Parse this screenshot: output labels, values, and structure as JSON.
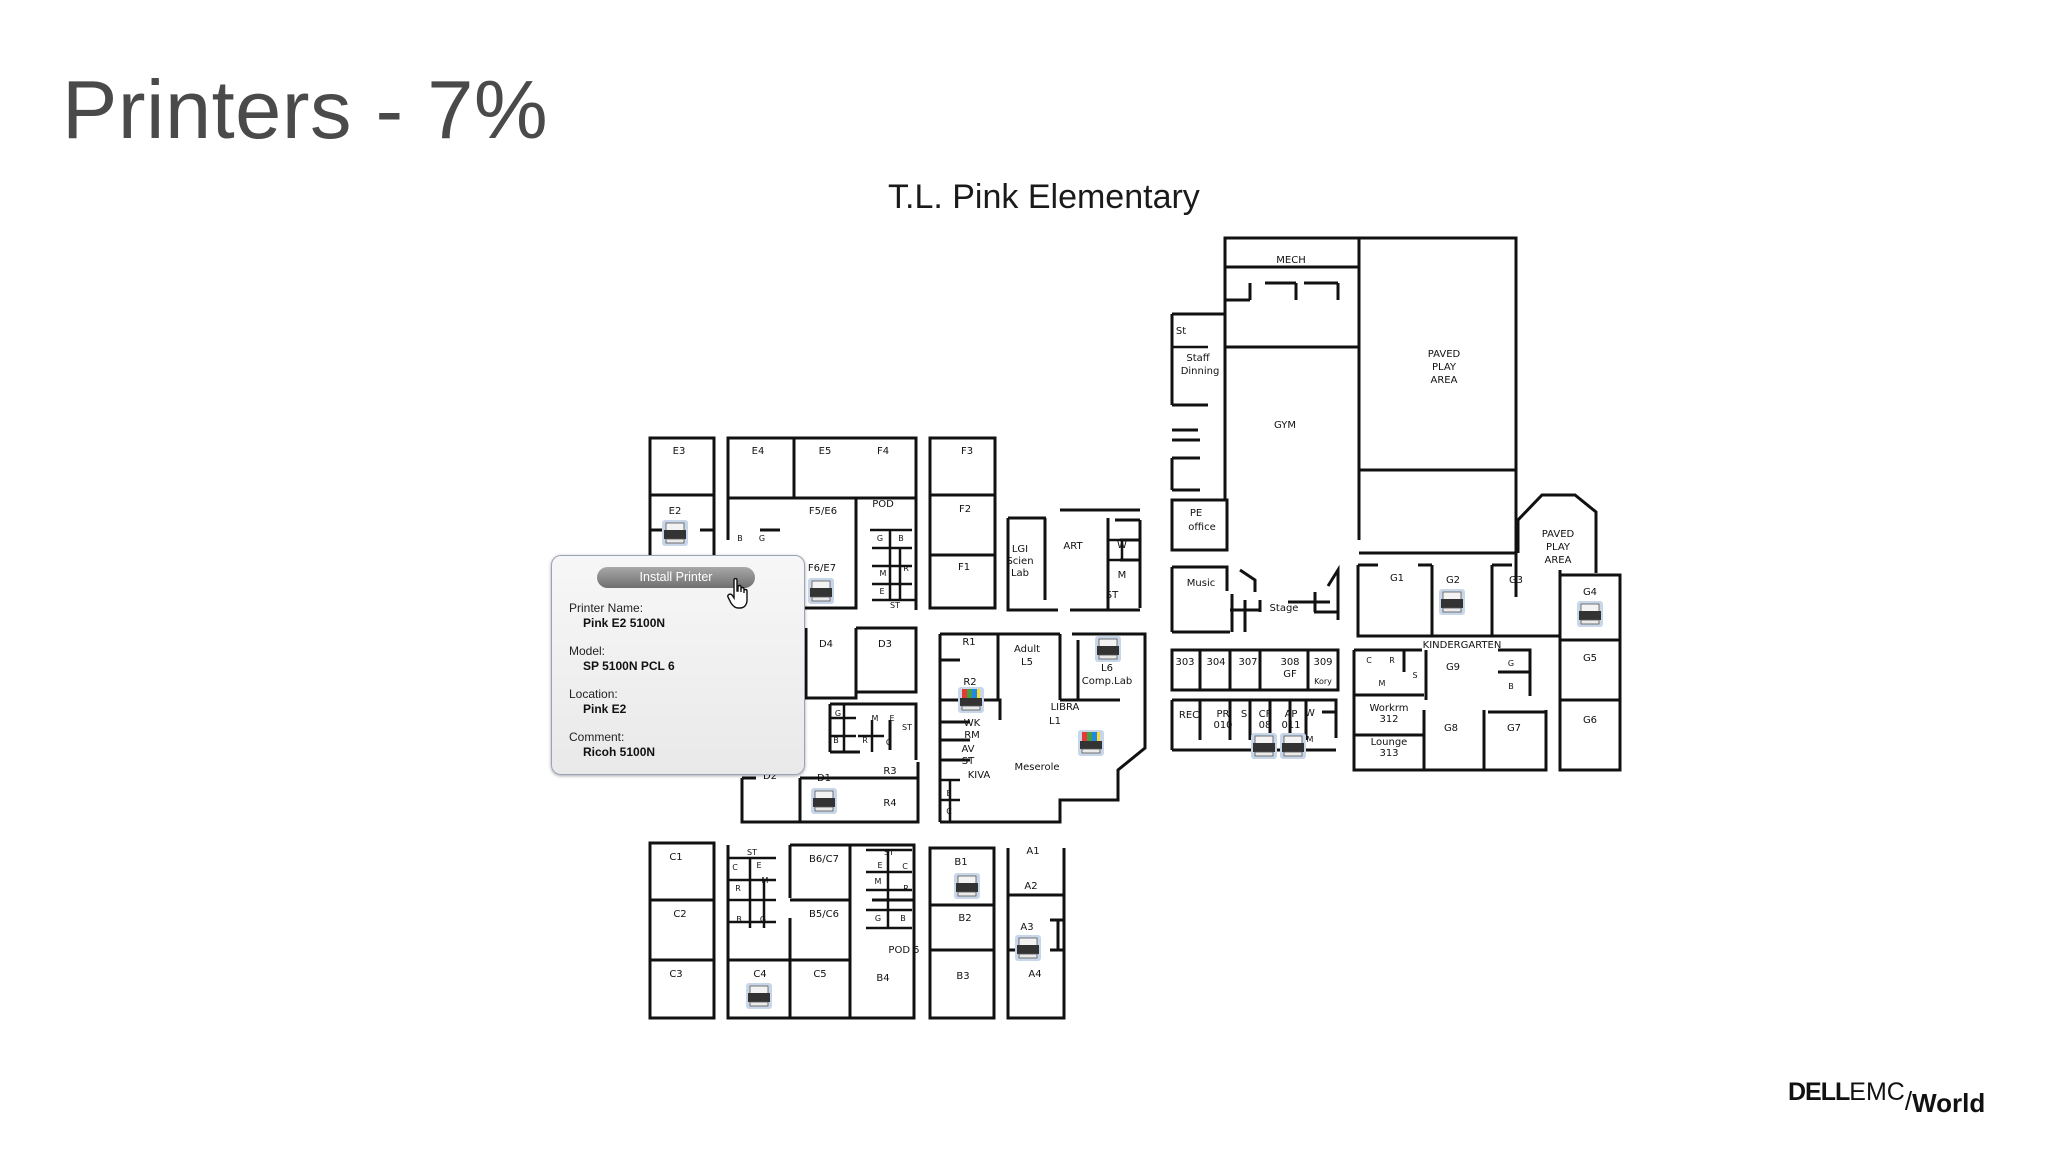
{
  "slide": {
    "title": "Printers - 7%"
  },
  "floorplan": {
    "title": "T.L. Pink Elementary",
    "rooms": {
      "mech": "MECH",
      "st_top": "St",
      "staff1": "Staff",
      "staff2": "Dinning",
      "paved1a": "PAVED",
      "paved1b": "PLAY",
      "paved1c": "AREA",
      "gym": "GYM",
      "pe1": "PE",
      "pe2": "office",
      "paved2a": "PAVED",
      "paved2b": "PLAY",
      "paved2c": "AREA",
      "e3": "E3",
      "e4": "E4",
      "e5": "E5",
      "f4": "F4",
      "f3": "F3",
      "e2": "E2",
      "f5e6": "F5/E6",
      "pod": "POD",
      "f2": "F2",
      "f1": "F1",
      "f6e7": "F6/E7",
      "lgi1": "LGI",
      "lgi2": "Scien",
      "lgi3": "Lab",
      "art": "ART",
      "w1": "W",
      "m1": "M",
      "st1": "ST",
      "b1a": "B",
      "g1a": "G",
      "g2a": "G",
      "b2a": "B",
      "m2a": "M",
      "r2a": "R",
      "e2a": "E",
      "st2a": "ST",
      "music": "Music",
      "stage": "Stage",
      "g1": "G1",
      "g2": "G2",
      "g3": "G3",
      "g4": "G4",
      "g5": "G5",
      "g6": "G6",
      "kinder": "KINDERGARTEN",
      "g9": "G9",
      "g8": "G8",
      "g7": "G7",
      "d4": "D4",
      "d3": "D3",
      "r1": "R1",
      "adult1": "Adult",
      "adult2": "L5",
      "l6a": "L6",
      "l6b": "Comp.Lab",
      "r2": "R2",
      "libra": "LIBRA",
      "l1": "L1",
      "wk1": "WK",
      "wk2": "RM",
      "av1": "AV",
      "av2": "ST",
      "kiva": "KIVA",
      "meserole": "Meserole",
      "r3": "R3",
      "r4": "R4",
      "d2": "D2",
      "d1": "D1",
      "dg": "G",
      "dm": "M",
      "de": "E",
      "dst": "ST",
      "db": "B",
      "dr": "R",
      "dg2": "G",
      "ee": "E",
      "ec": "C",
      "r303": "303",
      "r304": "304",
      "r307": "307",
      "r308a": "308",
      "r308b": "GF",
      "r309": "309",
      "r309b": "Kory",
      "rec": "REC",
      "pr1": "PR",
      "pr2": "010",
      "sb": "S",
      "cf1": "CF",
      "cf2": "08",
      "ap1": "AP",
      "ap2": "011",
      "w2": "W",
      "m3": "M",
      "kc": "C",
      "kr": "R",
      "km": "M",
      "ks": "S",
      "kg": "G",
      "kb": "B",
      "work1": "Workrm",
      "work2": "312",
      "lounge1": "Lounge",
      "lounge2": "313",
      "c1": "C1",
      "c2": "C2",
      "c3": "C3",
      "c4": "C4",
      "c5": "C5",
      "b6c7": "B6/C7",
      "b5c6": "B5/C6",
      "b4": "B4",
      "b1": "B1",
      "b2": "B2",
      "b3": "B3",
      "pod5": "POD 5",
      "a1": "A1",
      "a2": "A2",
      "a3": "A3",
      "a4": "A4",
      "cst": "ST",
      "cc": "C",
      "ce": "E",
      "cm": "M",
      "cr": "R",
      "cb": "B",
      "cg": "G",
      "bst": "ST",
      "be": "E",
      "bc": "C",
      "bm": "M",
      "br": "R",
      "bg": "G",
      "bb": "B"
    }
  },
  "popup": {
    "button": "Install Printer",
    "printer_name_label": "Printer Name:",
    "printer_name": "Pink E2 5100N",
    "model_label": "Model:",
    "model": "SP 5100N PCL 6",
    "location_label": "Location:",
    "location": "Pink E2",
    "comment_label": "Comment:",
    "comment": "Ricoh 5100N"
  },
  "logo": {
    "dell": "DELL",
    "emc": "EMC",
    "world": "World"
  },
  "icons": {
    "printer": "printer-icon",
    "color_printer": "color-printer-icon",
    "cursor": "hand-cursor-icon"
  }
}
